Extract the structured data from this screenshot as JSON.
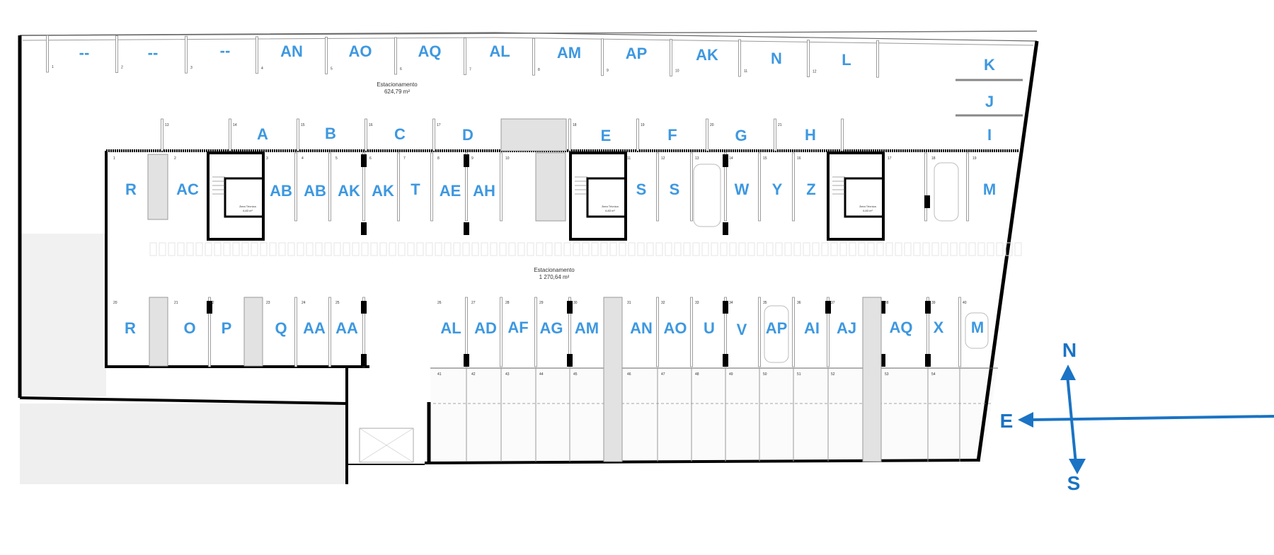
{
  "plan": {
    "upper_area": {
      "name": "Estacionamento",
      "size": "624,79 m²"
    },
    "lower_area": {
      "name": "Estacionamento",
      "size": "1 270,64 m²"
    },
    "tech_room": {
      "name": "Área Técnica",
      "size": "6,83 m²"
    },
    "row_top_labels": [
      "--",
      "--",
      "--",
      "AN",
      "AO",
      "AQ",
      "AL",
      "AM",
      "AP",
      "AK",
      "N",
      "L",
      "K"
    ],
    "row_second_labels": [
      "A",
      "B",
      "C",
      "D",
      "E",
      "F",
      "G",
      "H",
      "J",
      "I"
    ],
    "row_third_labels": [
      "R",
      "AC",
      "AB",
      "AB",
      "AK",
      "AK",
      "T",
      "AE",
      "AH",
      "S",
      "S",
      "W",
      "Y",
      "Z",
      "M"
    ],
    "row_fourth_labels": [
      "R",
      "O",
      "P",
      "Q",
      "AA",
      "AA",
      "AL",
      "AD",
      "AF",
      "AG",
      "AM",
      "AN",
      "AO",
      "U",
      "V",
      "AP",
      "AI",
      "AJ",
      "AQ",
      "X",
      "M"
    ],
    "row_top_numbers": [
      "1",
      "2",
      "3",
      "4",
      "5",
      "6",
      "7",
      "8",
      "9",
      "10",
      "11",
      "12"
    ],
    "row_second_numbers": [
      "13",
      "14",
      "15",
      "16",
      "17",
      "18",
      "19",
      "20",
      "21"
    ],
    "row_third_numbers": [
      "1",
      "2",
      "3",
      "4",
      "5",
      "6",
      "7",
      "8",
      "9",
      "10",
      "11",
      "12",
      "13",
      "14",
      "15",
      "16",
      "17",
      "18",
      "19"
    ],
    "row_fourth_numbers": [
      "20",
      "21",
      "22",
      "23",
      "24",
      "25",
      "26",
      "27",
      "28",
      "29",
      "30",
      "31",
      "32",
      "33",
      "34",
      "35",
      "36",
      "37",
      "38",
      "39",
      "40"
    ],
    "row_fifth_numbers": [
      "41",
      "42",
      "43",
      "44",
      "45",
      "46",
      "47",
      "48",
      "49",
      "50",
      "51",
      "52",
      "53",
      "54"
    ]
  },
  "compass": {
    "north": "N",
    "east": "E",
    "south": "S",
    "color": "#1a73c4"
  },
  "colors": {
    "label": "#3d98e0",
    "wall": "#000000"
  }
}
